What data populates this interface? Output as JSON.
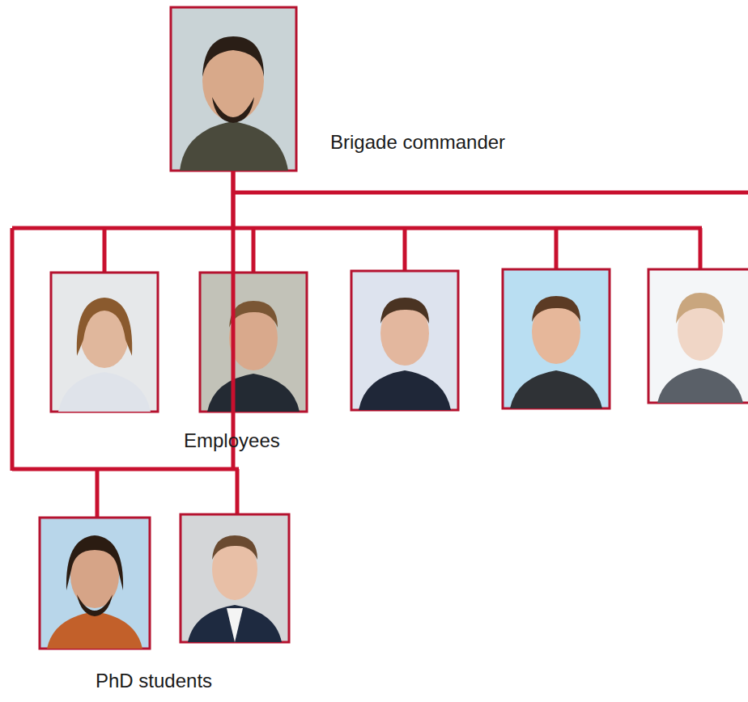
{
  "diagram": {
    "nodes": [
      {
        "text": [
          "Brigade commander"
        ]
      },
      {
        "text": [
          "Employees"
        ]
      },
      {
        "text": [
          "PhD students"
        ]
      }
    ],
    "edges": [
      {
        "from": 0,
        "to": 1,
        "arrow": "none"
      },
      {
        "from": 0,
        "to": 2,
        "arrow": "none"
      }
    ]
  }
}
